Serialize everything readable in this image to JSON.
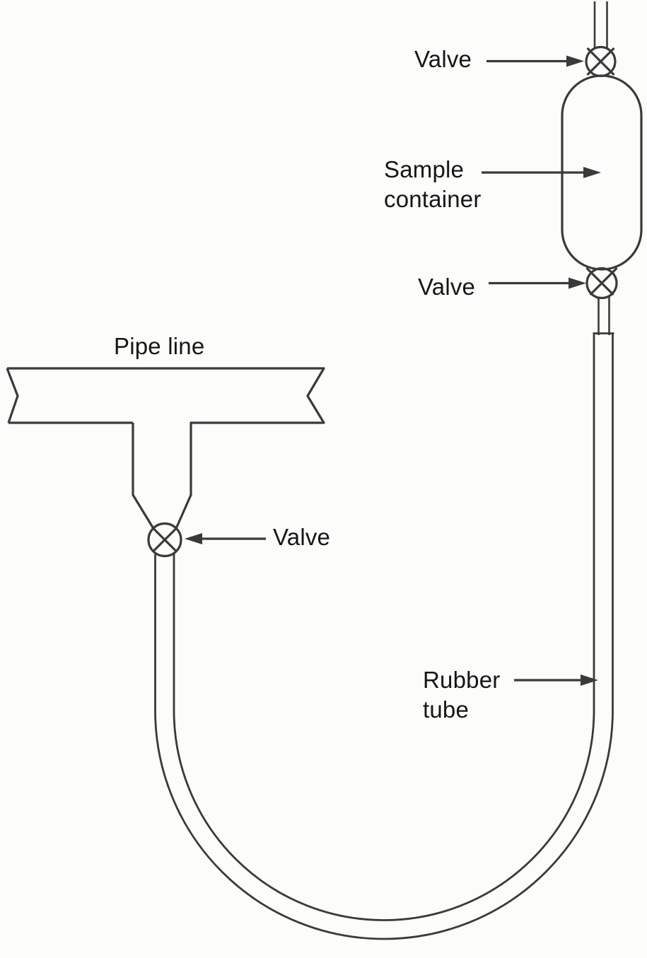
{
  "colors": {
    "ink": "#3a3a3a",
    "text": "#161616",
    "paper": "#fcfcfa"
  },
  "labels": {
    "valve_top": "Valve",
    "sample_container_line1": "Sample",
    "sample_container_line2": "container",
    "valve_container": "Valve",
    "pipe_line": "Pipe line",
    "valve_pipe": "Valve",
    "rubber_tube_line1": "Rubber",
    "rubber_tube_line2": "tube"
  }
}
